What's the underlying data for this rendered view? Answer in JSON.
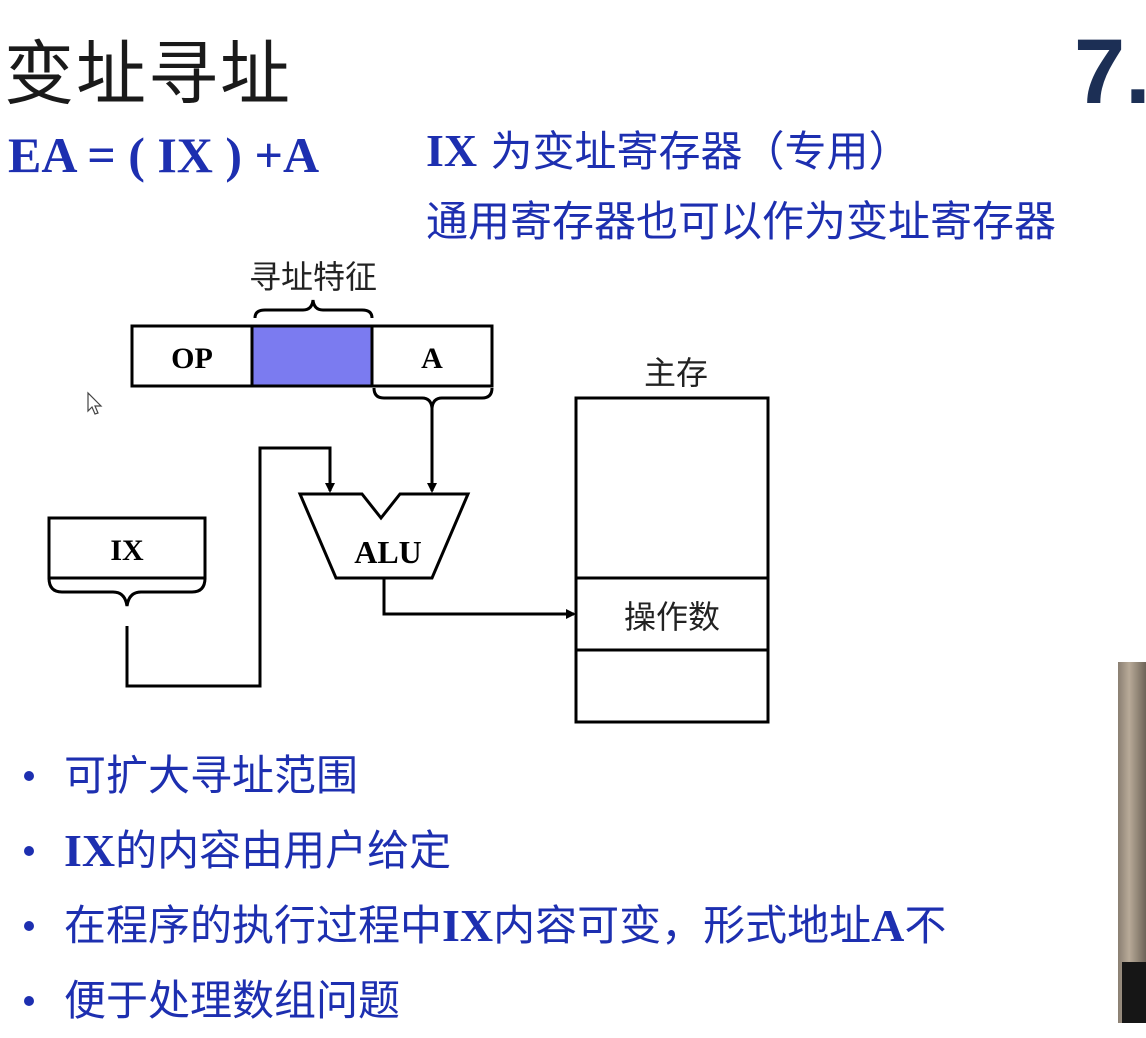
{
  "slide": {
    "title": "变址寻址",
    "section_number": "7."
  },
  "formula": {
    "text": "EA = ( IX ) +A"
  },
  "notes": [
    {
      "bold": "IX",
      "text": " 为变址寄存器（专用）"
    },
    {
      "bold": "",
      "text": "通用寄存器也可以作为变址寄存器"
    }
  ],
  "diagram": {
    "addressing_feature_label": "寻址特征",
    "instruction_fields": {
      "op": "OP",
      "address": "A"
    },
    "register_label": "IX",
    "alu_label": "ALU",
    "memory_label": "主存",
    "operand_label": "操作数",
    "colors": {
      "addressing_feature_field": "#7b7bf0",
      "line": "#000000"
    }
  },
  "bullets": [
    {
      "bold": "",
      "text": "可扩大寻址范围"
    },
    {
      "bold": "IX",
      "text": " 的内容由用户给定"
    },
    {
      "text_before": "在程序的执行过程中 ",
      "bold": "IX",
      "text": " 内容可变，形式地址 ",
      "bold2": "A",
      "text_after": " 不"
    },
    {
      "bold": "",
      "text": "便于处理数组问题"
    }
  ],
  "colors": {
    "text_blue": "#1d2fb0",
    "section_number": "#1c2f55"
  }
}
